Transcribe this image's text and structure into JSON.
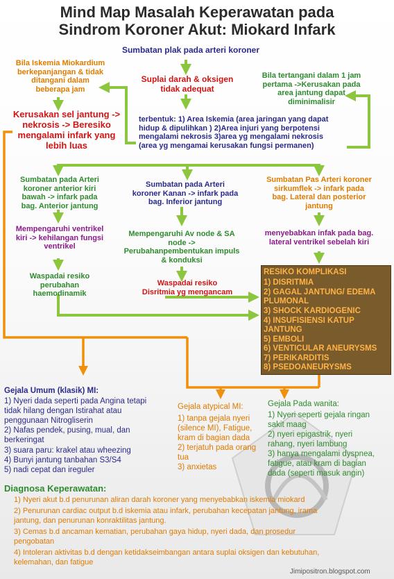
{
  "title": {
    "line1": "Mind Map Masalah Keperawatan pada",
    "line2": "Sindrom Koroner Akut: Miokard Infark"
  },
  "nodes": {
    "plaque": "Sumbatan plak pada arteri koroner",
    "supply": [
      "Suplai darah & oksigen",
      "tidak adequat"
    ],
    "prolonged": [
      "Bila Iskemia Miokardium",
      "berkepanjangan & tidak",
      "ditangani dalam",
      "beberapa jam"
    ],
    "necrosis": [
      "Kerusakan sel jantung ->",
      "nekrosis -> Beresiko",
      "mengalami  infark yang",
      "lebih luas"
    ],
    "within_hour": [
      "Bila tertangani dalam 1 jam",
      "pertama  ->Kerusakan pada",
      "area jantung dapat",
      "diminimalisir"
    ],
    "zones": [
      "terbentuk: 1) Area Iskemia (area jaringan yang dapat",
      "hidup & dipulihkan ) 2)Area injuri yang berpotensi",
      "mengalami nekrosis 3)area yg mengalami nekrosis",
      "(area yg mengamai kerusakan fungsi permanen)"
    ],
    "anterior": [
      "Sumbatan pada Arteri",
      "koroner anterior kiri",
      "bawah -> infark pada",
      "bag. Anterior  jantung"
    ],
    "inferior": [
      "Sumbatan pada Arteri",
      "koroner Kanan -> infark pada",
      "bag. Inferior jantung"
    ],
    "lateral": [
      "Sumbatan Pas Arteri koroner",
      "sirkumflek -> infark pada",
      "bag. Lateral dan posterior",
      "jantung"
    ],
    "lv_func": [
      "Mempengaruhi ventrikel",
      "kiri -> kehilangan fungsi",
      "ventrikel"
    ],
    "av_node": [
      "Mempengaruhi Av node & SA",
      "node  ->",
      "Perubahanpembentukan impuls",
      "& konduksi"
    ],
    "lat_vent": [
      "menyebabkan infak pada bag.",
      "lateral ventrikel sebelah kiri"
    ],
    "hemo": [
      "Waspadai resiko",
      "perubahan haemodinamik"
    ],
    "dysrhythmia": [
      "Waspadai resiko",
      "Disritmia yg mengancam"
    ]
  },
  "risk": {
    "heading": "RESIKO KOMPLIKASI",
    "items": [
      "1) DISRITMIA",
      "2) GAGAL JANTUNG/ EDEMA",
      "PLUMONAL",
      "3) SHOCK KARDIOGENIC",
      "4) INSUFISIENSI KATUP",
      "JANTUNG",
      "5) EMBOLI",
      "6) VENTICULAR ANEURYSMS",
      "7) PERIKARDITIS",
      "8) PSEDOANEURYSMS"
    ]
  },
  "general": {
    "heading": "Gejala Umum (klasik)  MI:",
    "items": [
      "1) Nyeri dada seperti pada Angina tetapi",
      "tidak hilang dengan Istirahat atau",
      "penggunaan Nitrogliserin",
      "2) Nafas pendek, pusing, mual, dan",
      "berkeringat",
      "3) suara paru: krakel atau  wheezing",
      "4) Bunyi jantung tanbahan S3/S4",
      "5) nadi cepat dan ireguler"
    ]
  },
  "atypical": {
    "heading": "Gejala atypical MI:",
    "items": [
      "1) tanpa gejala nyeri",
      "(silence MI), Fatigue,",
      "kram di bagian dada",
      "2) terjatuh pada orang",
      "tua",
      "3) anxietas"
    ]
  },
  "women": {
    "heading": "Gejala Pada wanita:",
    "items": [
      "1) Nyeri seperti gejala ringan",
      "sakit maag",
      "2) nyeri epigastrik, nyeri",
      "rahang, nyeri lambung",
      "3) hanya mengalami dyspnea,",
      "fatigue, atau kram di bagian",
      "dada (seperti masuk angin)"
    ]
  },
  "diagnosis": {
    "heading": "Diagnosa Keperawatan:",
    "items": [
      "1)  Nyeri akut b.d penurunan aliran darah koroner  yang menyebabkan iskemia miokard",
      "2)  Penurunan cardiac output b.d iskemia atau infark, perubahan kecepatan jantung, irama",
      "     jantung,  dan  penurunan konraktilitas jantung.",
      "3)  Cemas b.d ancaman kematian, perubahan gaya hidup, nyeri dada, dan prosedur",
      "     pengobatan",
      "4)  Intoleran aktivitas b.d dengan ketidakseimbangan antara suplai oksigen dan kebutuhan,",
      "     kelemahan, dan fatigue"
    ]
  },
  "watermark": "Jimipositron.blogspot.com",
  "colors": {
    "green_arrow": "#8cc63f",
    "orange_arrow": "#f0900a",
    "risk_box": "#7a5c2c",
    "risk_text": "#ffb347"
  }
}
